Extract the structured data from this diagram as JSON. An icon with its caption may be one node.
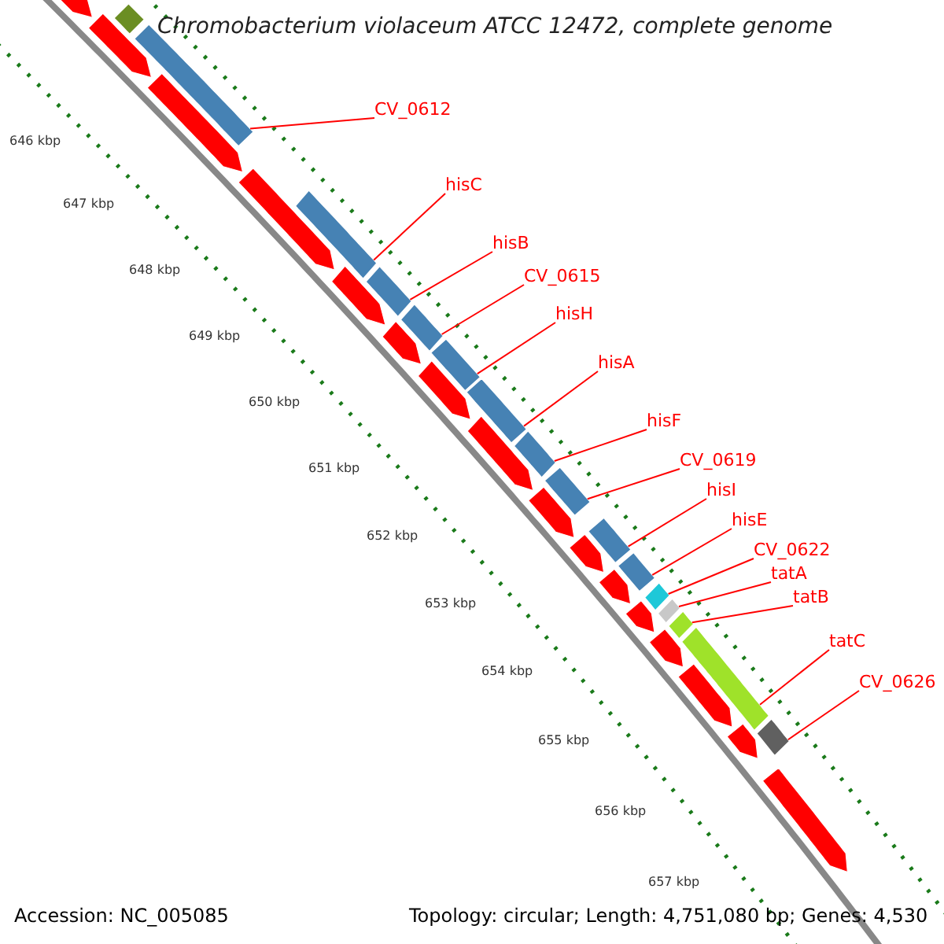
{
  "diagram": {
    "title": "Chromobacterium violaceum ATCC 12472, complete genome",
    "nodes": [
      {
        "text": [
          "CV_0612"
        ]
      },
      {
        "text": [
          "hisC"
        ]
      },
      {
        "text": [
          "hisB"
        ]
      },
      {
        "text": [
          "CV_0615"
        ]
      },
      {
        "text": [
          "hisH"
        ]
      },
      {
        "text": [
          "hisA"
        ]
      },
      {
        "text": [
          "hisF"
        ]
      },
      {
        "text": [
          "CV_0619"
        ]
      },
      {
        "text": [
          "hisI"
        ]
      },
      {
        "text": [
          "hisE"
        ]
      },
      {
        "text": [
          "CV_0622"
        ]
      },
      {
        "text": [
          "tatA"
        ]
      },
      {
        "text": [
          "tatB"
        ]
      },
      {
        "text": [
          "tatC"
        ]
      },
      {
        "text": [
          "CV_0626"
        ]
      },
      {
        "text": [],
        "shape": "bar"
      },
      {
        "text": [],
        "shape": "bar"
      },
      {
        "text": [],
        "shape": "bar"
      },
      {
        "text": [],
        "shape": "bar"
      },
      {
        "text": [],
        "shape": "bar"
      },
      {
        "text": [],
        "shape": "bar"
      },
      {
        "text": [],
        "shape": "bar"
      },
      {
        "text": [],
        "shape": "bar"
      },
      {
        "text": [],
        "shape": "bar"
      },
      {
        "text": [],
        "shape": "bar"
      },
      {
        "text": [],
        "shape": "bar"
      },
      {
        "text": [],
        "shape": "bar"
      },
      {
        "text": [],
        "shape": "bar"
      },
      {
        "text": [],
        "shape": "bar"
      },
      {
        "text": [],
        "shape": "bar"
      },
      {
        "text": [],
        "shape": "bar"
      },
      {
        "text": [],
        "shape": "arrow"
      },
      {
        "text": [],
        "shape": "arrow"
      },
      {
        "text": [],
        "shape": "arrow"
      },
      {
        "text": [],
        "shape": "arrow"
      },
      {
        "text": [],
        "shape": "arrow"
      },
      {
        "text": [],
        "shape": "arrow"
      },
      {
        "text": [],
        "shape": "arrow"
      },
      {
        "text": [],
        "shape": "arrow"
      },
      {
        "text": [],
        "shape": "arrow"
      },
      {
        "text": [],
        "shape": "arrow"
      },
      {
        "text": [],
        "shape": "arrow"
      },
      {
        "text": [],
        "shape": "arrow"
      },
      {
        "text": [],
        "shape": "arrow"
      },
      {
        "text": [],
        "shape": "arrow"
      },
      {
        "text": [],
        "shape": "arrow"
      },
      {
        "text": [],
        "shape": "arrow"
      }
    ],
    "edges": [
      {
        "from": 0,
        "to": 15,
        "arrow": "none"
      },
      {
        "from": 1,
        "to": 16,
        "arrow": "none"
      },
      {
        "from": 2,
        "to": 17,
        "arrow": "none"
      },
      {
        "from": 3,
        "to": 18,
        "arrow": "none"
      },
      {
        "from": 4,
        "to": 19,
        "arrow": "none"
      },
      {
        "from": 5,
        "to": 20,
        "arrow": "none"
      },
      {
        "from": 6,
        "to": 21,
        "arrow": "none"
      },
      {
        "from": 7,
        "to": 22,
        "arrow": "none"
      },
      {
        "from": 8,
        "to": 23,
        "arrow": "none"
      },
      {
        "from": 9,
        "to": 24,
        "arrow": "none"
      },
      {
        "from": 10,
        "to": 25,
        "arrow": "none"
      },
      {
        "from": 11,
        "to": 26,
        "arrow": "none"
      },
      {
        "from": 12,
        "to": 27,
        "arrow": "none"
      },
      {
        "from": 13,
        "to": 28,
        "arrow": "none"
      },
      {
        "from": 14,
        "to": 29,
        "arrow": "none"
      }
    ],
    "labels": [
      "646 kbp",
      "647 kbp",
      "648 kbp",
      "649 kbp",
      "650 kbp",
      "651 kbp",
      "652 kbp",
      "653 kbp",
      "654 kbp",
      "655 kbp",
      "656 kbp",
      "657 kbp",
      "Accession: NC_005085",
      "Topology: circular; Length: 4,751,080 bp; Genes: 4,530"
    ]
  }
}
